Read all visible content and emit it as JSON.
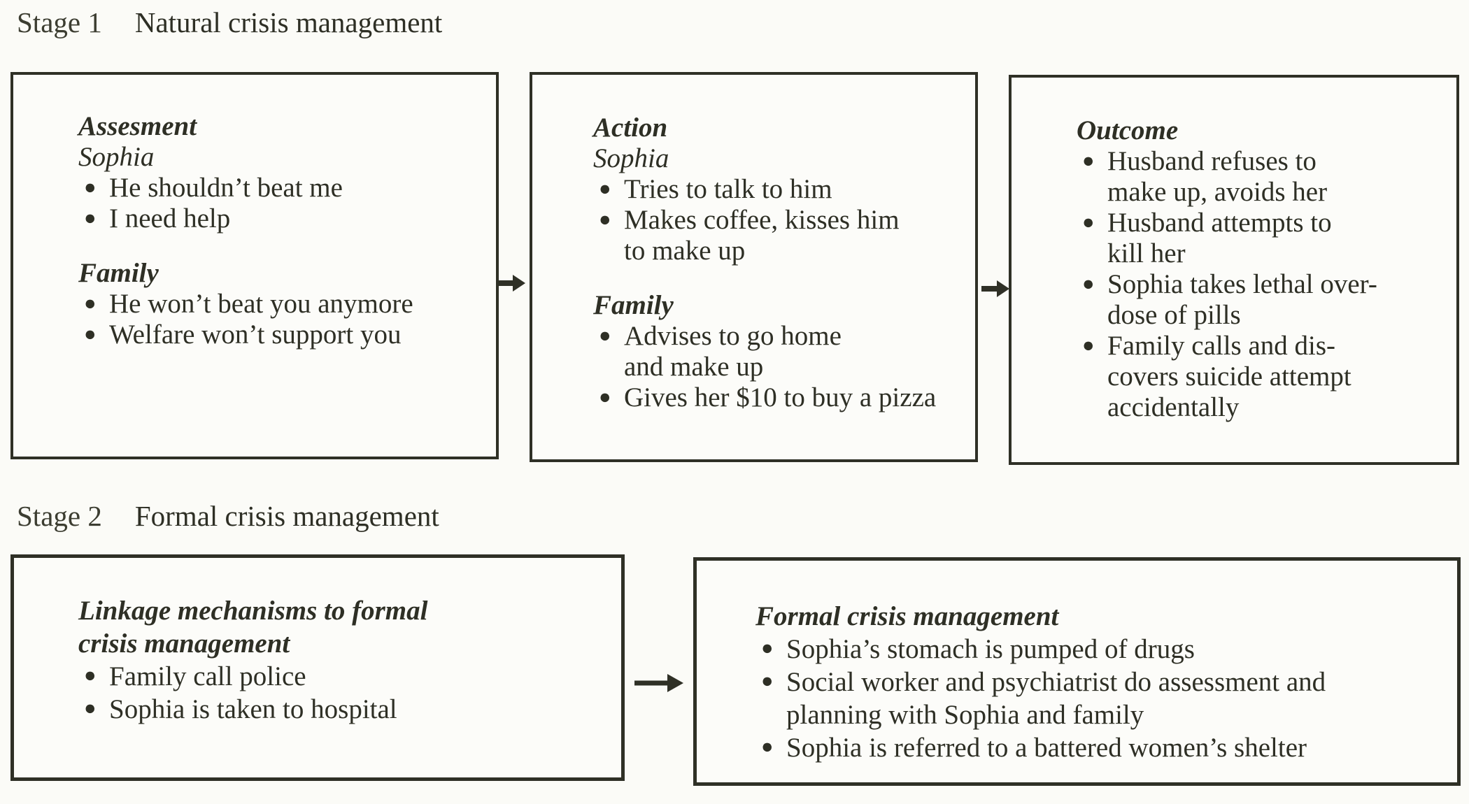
{
  "colors": {
    "paper": "#fbfbf7",
    "ink": "#2e2f25",
    "box_border": "#2f3026"
  },
  "stage1": {
    "label": "Stage 1",
    "title": "Natural crisis management",
    "assessment": {
      "heading": "Assesment",
      "sophia": {
        "label": "Sophia",
        "items": [
          "He shouldn’t beat me",
          "I need help"
        ]
      },
      "family": {
        "label": "Family",
        "items": [
          "He won’t beat you anymore",
          "Welfare won’t support you"
        ]
      }
    },
    "action": {
      "heading": "Action",
      "sophia": {
        "label": "Sophia",
        "items": [
          "Tries to talk to him",
          "Makes coffee, kisses him\nto make up"
        ]
      },
      "family": {
        "label": "Family",
        "items": [
          "Advises to go home\nand make up",
          "Gives her $10 to buy a pizza"
        ]
      }
    },
    "outcome": {
      "heading": "Outcome",
      "items": [
        "Husband refuses to\nmake up, avoids her",
        "Husband attempts to\nkill her",
        "Sophia takes lethal over-\ndose of pills",
        "Family calls and dis-\ncovers suicide attempt\naccidentally"
      ]
    }
  },
  "stage2": {
    "label": "Stage 2",
    "title": "Formal crisis management",
    "linkage": {
      "heading": "Linkage mechanisms to formal\ncrisis management",
      "items": [
        "Family call police",
        "Sophia is taken to hospital"
      ]
    },
    "formal": {
      "heading": "Formal crisis management",
      "items": [
        "Sophia’s stomach is pumped of drugs",
        "Social worker and psychiatrist do assessment and\nplanning with Sophia and family",
        "Sophia is referred to a battered women’s shelter"
      ]
    }
  }
}
